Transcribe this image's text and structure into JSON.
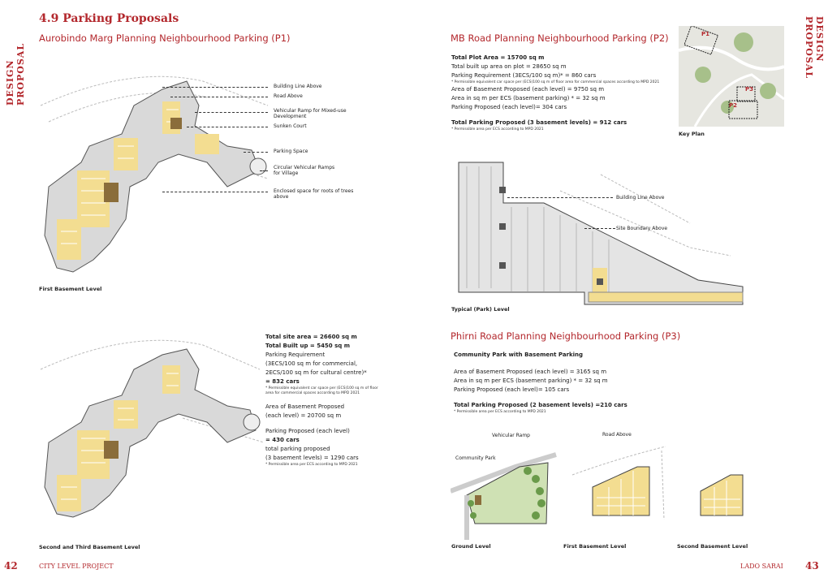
{
  "side_label": "DESIGN PROPOSAL",
  "section_title": "4.9 Parking Proposals",
  "p1": {
    "title": "Aurobindo Marg Planning Neighbourhood Parking (P1)",
    "callouts": [
      "Building Line Above",
      "Road Above",
      "Vehicular Ramp for Mixed-use Development",
      "Sunken Court",
      "Parking Space",
      "Circular Vehicular Ramps for Village",
      "Enclosed space for roots of trees above"
    ],
    "caption_first": "First Basement Level",
    "caption_second": "Second and Third Basement Level",
    "stats": {
      "site_area": "Total site area = 26600 sq m",
      "built_up": "Total Built up = 5450 sq m",
      "req_label": "Parking Requirement",
      "req_1": "(3ECS/100 sq m for commercial,",
      "req_2": "2ECS/100 sq m for cultural centre)*",
      "req_val": "= 832 cars",
      "note1": "* Permissible equivalent car space per (ECS)100 sq m of floor area for commercial spaces according to MPD 2021",
      "area_1": "Area of Basement Proposed",
      "area_2": "(each level) = 20700 sq m",
      "prop_1": "Parking Proposed (each level)",
      "prop_2": "= 430 cars",
      "total_1": "total parking proposed",
      "total_2": "(3 basement levels) = 1290 cars",
      "note2": "* Permissible area per ECS according to MPD 2021"
    }
  },
  "p2": {
    "title": "MB Road Planning Neighbourhood Parking (P2)",
    "lines": {
      "plot": "Total Plot Area = 15700 sq m",
      "built": "Total built up area on plot = 28650 sq m",
      "req": "Parking Requirement (3ECS/100 sq m)* = 860 cars",
      "note1": "* Permissible equivalent car space per (ECS)100 sq m of floor area for commercial spaces according to MPD 2021",
      "area": "Area of Basement Proposed (each level) = 9750 sq m",
      "ecs": "Area in sq m per ECS (basement parking) * = 32 sq m",
      "prop": "Parking Proposed (each level)= 304 cars",
      "total": "Total Parking Proposed (3 basement levels) = 912 cars",
      "note2": "* Permissible area per ECS according to MPD 2021"
    },
    "callouts": [
      "Building Line Above",
      "Site Boundary Above"
    ],
    "caption": "Typical (Park) Level"
  },
  "key_plan": {
    "caption": "Key Plan",
    "markers": [
      "P1",
      "P2",
      "P3"
    ]
  },
  "p3": {
    "title": "Phirni Road Planning Neighbourhood Parking (P3)",
    "subtitle": "Community Park with Basement Parking",
    "area": "Area of Basement Proposed (each level) = 3165 sq m",
    "ecs": "Area in sq m per ECS (basement parking) * = 32 sq m",
    "prop": "Parking Proposed (each level)= 105 cars",
    "total": "Total Parking Proposed (2 basement levels) =210 cars",
    "note": "* Permissible area per ECS according to MPD 2021",
    "callouts": [
      "Vehicular Ramp",
      "Community Park",
      "Road Above"
    ],
    "captions": [
      "Ground Level",
      "First Basement Level",
      "Second Basement Level"
    ]
  },
  "footer": {
    "left_page": "42",
    "left_text": "CITY LEVEL PROJECT",
    "right_text": "LADO SARAI",
    "right_page": "43"
  }
}
